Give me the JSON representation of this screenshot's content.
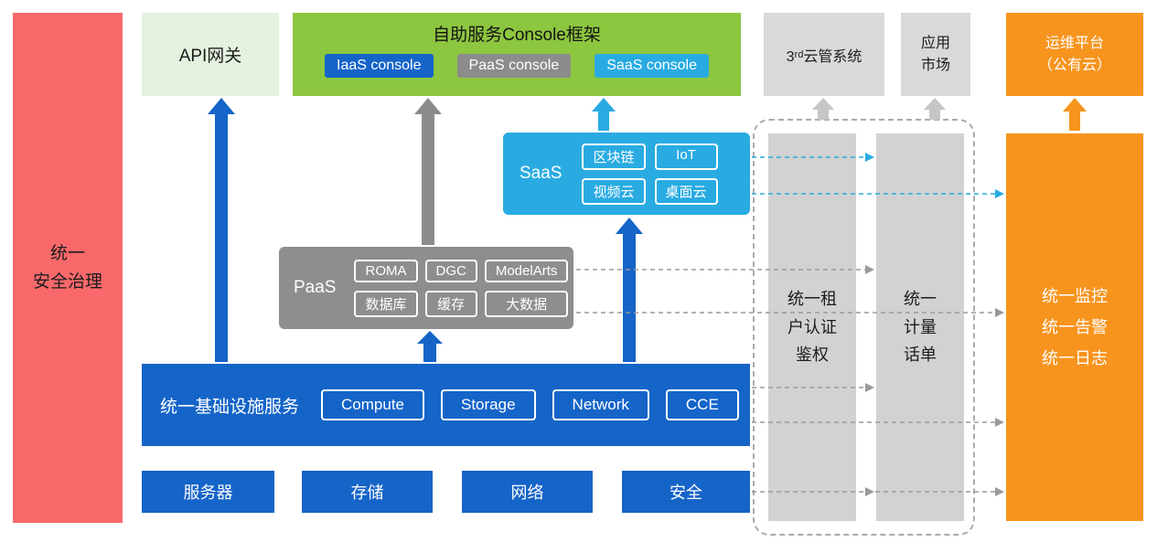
{
  "colors": {
    "blue": "#1564C8",
    "light_blue": "#29ABE2",
    "green": "#8DC63F",
    "pale_green": "#E4F2DF",
    "gray": "#8E8E8E",
    "light_gray": "#D9D9D9",
    "bar_gray": "#D2D2D2",
    "orange": "#F7941E",
    "red": "#F9696B"
  },
  "security_bar": {
    "label": "统一\n安全治理"
  },
  "api_gateway": {
    "label": "API网关"
  },
  "console_frame": {
    "title": "自助服务Console框架",
    "badges": [
      {
        "label": "IaaS console"
      },
      {
        "label": "PaaS console"
      },
      {
        "label": "SaaS console"
      }
    ]
  },
  "third_party_cloud": {
    "label": "3ʳᵈ云管系统"
  },
  "app_market": {
    "label": "应用\n市场"
  },
  "om_platform": {
    "label": "运维平台\n（公有云）"
  },
  "saas": {
    "label": "SaaS",
    "chips": [
      "区块链",
      "IoT",
      "视频云",
      "桌面云"
    ]
  },
  "paas": {
    "label": "PaaS",
    "chips": [
      "ROMA",
      "DGC",
      "ModelArts",
      "数据库",
      "缓存",
      "大数据"
    ]
  },
  "iaas": {
    "label": "统一基础设施服务",
    "chips": [
      "Compute",
      "Storage",
      "Network",
      "CCE"
    ]
  },
  "resources": [
    {
      "label": "服务器"
    },
    {
      "label": "存储"
    },
    {
      "label": "网络"
    },
    {
      "label": "安全"
    }
  ],
  "auth_bar": {
    "label": "统一租\n户认证\n鉴权"
  },
  "metering_bar": {
    "label": "统一\n计量\n话单"
  },
  "monitor_bar": {
    "label": "统一监控\n统一告警\n统一日志"
  }
}
